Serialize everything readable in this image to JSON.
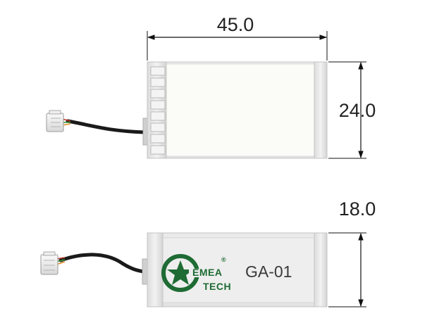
{
  "dimensions": {
    "width_label": "45.0",
    "height_label": "24.0",
    "depth_label": "18.0"
  },
  "product": {
    "brand_line1": "EMEA",
    "brand_line2": "TECH",
    "brand_mark": "®",
    "model": "GA-01"
  },
  "colors": {
    "brand_green": "#1e6b34",
    "dimension_line": "#111111",
    "cable": "#1a1a1a",
    "wire_red": "#c0392b",
    "wire_green": "#3a9a3a",
    "wire_orange": "#e08a2a"
  }
}
